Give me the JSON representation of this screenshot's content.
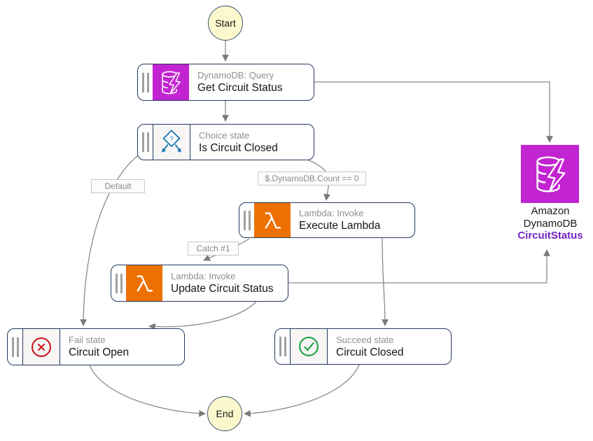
{
  "diagram": {
    "start_label": "Start",
    "end_label": "End",
    "nodes": {
      "get_circuit_status": {
        "title": "DynamoDB: Query",
        "name": "Get Circuit Status"
      },
      "is_circuit_closed": {
        "title": "Choice state",
        "name": "Is Circuit Closed"
      },
      "execute_lambda": {
        "title": "Lambda: Invoke",
        "name": "Execute Lambda"
      },
      "update_circuit_status": {
        "title": "Lambda: Invoke",
        "name": "Update Circuit Status"
      },
      "circuit_open": {
        "title": "Fail state",
        "name": "Circuit Open"
      },
      "circuit_closed": {
        "title": "Succeed state",
        "name": "Circuit Closed"
      }
    },
    "edge_labels": {
      "default": "Default",
      "count_condition": "$.DynamoDB.Count == 0",
      "catch": "Catch #1"
    },
    "resource": {
      "line1": "Amazon",
      "line2": "DynamoDB",
      "name": "CircuitStatus"
    },
    "colors": {
      "dynamodb": "#C224D1",
      "lambda": "#ED7100",
      "fail_red": "#CE1B23",
      "succeed_green": "#23A24B",
      "choice_blue": "#1B7AB5",
      "node_border": "#24395E",
      "terminal_fill": "#FBF8CE",
      "connector": "#8A8A8A",
      "resource_name_purple": "#7325C2"
    }
  }
}
